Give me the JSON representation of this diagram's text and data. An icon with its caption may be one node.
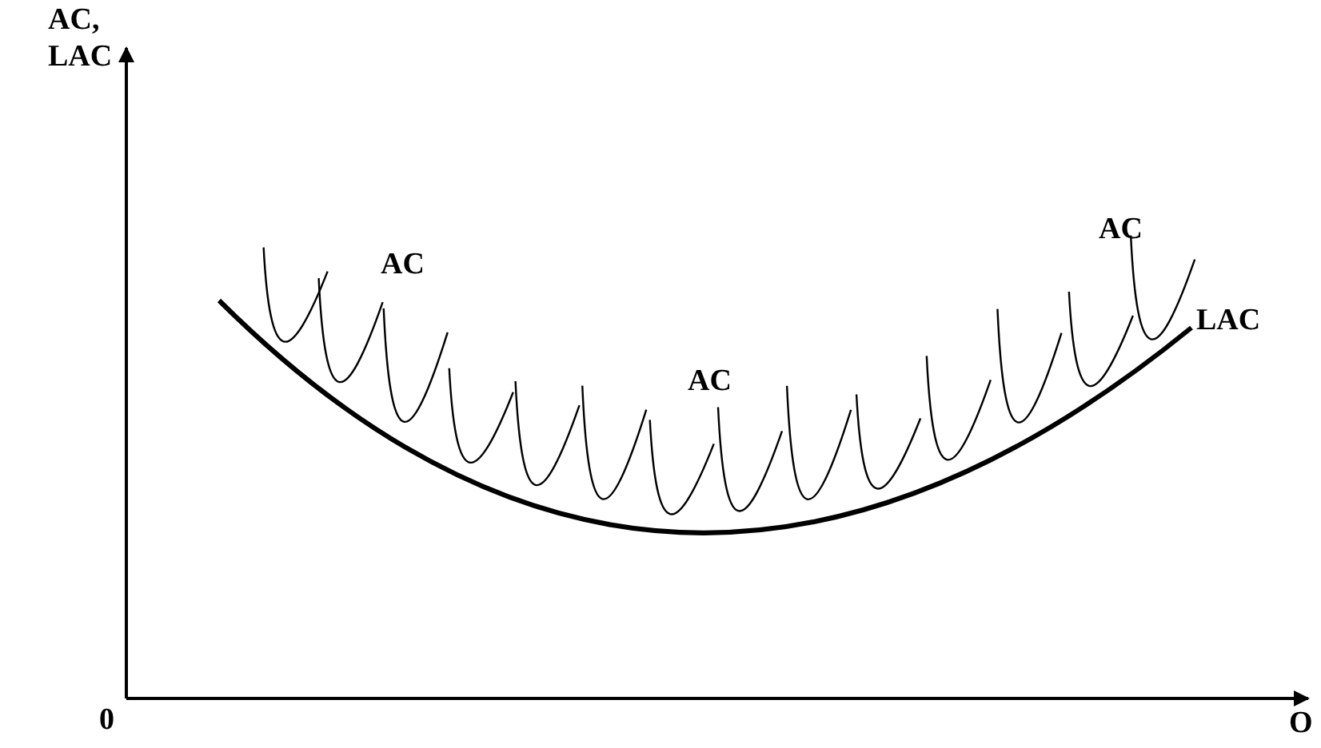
{
  "diagram": {
    "labels": [
      "AC, LAC",
      "AC",
      "AC",
      "AC",
      "LAC",
      "0",
      "O"
    ]
  }
}
